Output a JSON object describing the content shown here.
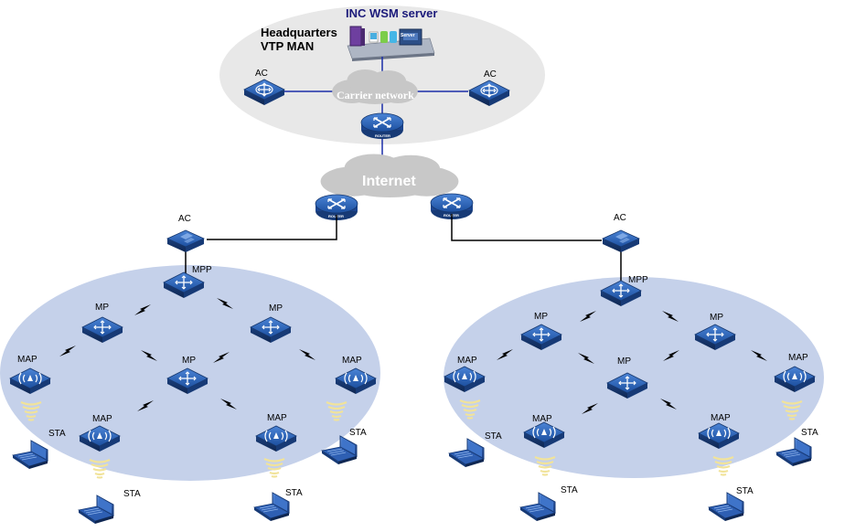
{
  "server": {
    "title": "INC WSM server",
    "box_label": "Server"
  },
  "headquarters": {
    "line1": "Headquarters",
    "line2": "VTP MAN"
  },
  "carrier_network": "Carrier network",
  "internet": "Internet",
  "router_label": "ROUTER",
  "labels": {
    "ac": "AC",
    "mpp": "MPP",
    "mp": "MP",
    "map": "MAP",
    "sta": "STA"
  },
  "colors": {
    "mesh_area": "#c5d1ea",
    "hq_area": "#e8e8e8",
    "cloud": "#c8c8c8",
    "device": "#1f4e9b",
    "server_text": "#1b1a7a",
    "wifi": "#f1e39a"
  }
}
